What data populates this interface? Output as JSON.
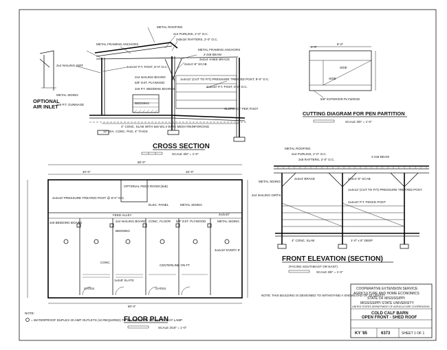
{
  "sheet": {
    "titles": {
      "cross_section": "CROSS SECTION",
      "floor_plan": "FLOOR PLAN",
      "front_elevation": "FRONT ELEVATION (SECTION)",
      "front_elevation_sub": "(FACING SOUTHEAST OR EAST)",
      "cutting_diagram": "CUTTING DIAGRAM FOR PEN PARTITION",
      "optional_air_inlet": "OPTIONAL AIR INLET"
    },
    "scales": {
      "cross_section": "SCALE 3/8\" = 1'-0\"",
      "floor_plan": "SCALE 3/16\" = 1'-0\"",
      "front_elevation": "SCALE 3/8\" = 1'-0\"",
      "cutting_diagram": "SCALE 3/8\" = 1'-0\""
    },
    "cross_section_labels": [
      "METAL ROOFING",
      "METAL FRAMING ANCHORS",
      "2x4 PURLINS, 2'-0\" O.C.",
      "2x8x16' RAFTERS, 2'-0\" O.C.",
      "METAL FRAMING ANCHORS",
      "2-2x8 BEAM",
      "2x4x4' KNEE BRACE",
      "2x4x1'-6\" SCAB",
      "2x4 NAILING GIRT",
      "4x4x10' P.T. POST, 8'-0\" O.C.",
      "2x4 NAILING BOARD",
      "5/8\" EXT. PLYWOOD",
      "2x6 P.T. BEDDING BOARDS",
      "1x4x12' (CUT TO FIT) PRESSURE TREATED POST, 8'-0\" O.C.",
      "4x4x10' P.T. POST, 8'-0\" O.C.",
      "METAL SIDING",
      "2x6 P.T. DUNNAGE",
      "BEDDING",
      "SLOPE 1/2\" PER FOOT",
      "4\" CONC. SLAB WITH 6x6 W1.4 WIRE MESH REINFORCING",
      "12\" DIA. CONC. PAD, 4\" THICK"
    ],
    "floor_plan_labels": [
      "OPTIONAL FEED ROOM (8x8)",
      "4x4x10' PRESSURE TREATED POST @ 8'-0\" O.C.",
      "ELEC. PANEL",
      "METAL SIDING",
      "FEED ALLEY",
      "2x6 BEDDING BOARD",
      "2x4 NAILING BOARD",
      "CONC. FLOOR",
      "5/8\" EXT. PLYWOOD",
      "BEDDING",
      "4x4x10'",
      "METAL SIDING",
      "CONC.",
      "CENTERLINE ON FT",
      "GATES",
      "1x4x8' SLATS",
      "4x4x10' EVERY 8'",
      "GATES"
    ],
    "floor_plan_dims": {
      "overall_top": "80'-0\"",
      "overall_bottom": "80'-0\"",
      "sub_left": "40'-0\"",
      "sub_right": "32'-0\""
    },
    "front_elevation_labels": [
      "METAL ROOFING",
      "2x4 PURLINS, 2'-0\" O.C.",
      "2x8 RAFTERS, 2'-0\" O.C.",
      "2-2x8 BEAM",
      "2x4x4' BRACE",
      "2x4x1'-6\" SCAB",
      "METAL SIDING",
      "2x4 NAILING GIRTS",
      "1x4x12' (CUT TO FIT) PRESSURE TREATED POST",
      "4x4x10' P.T. FENCE POST",
      "4\" CONC. SLAB",
      "1'-0\" x 8\" DEEP"
    ],
    "cutting_diagram_labels": [
      "4'-0\"",
      "8'-0\"",
      "SIDE",
      "SIDE",
      "5/8\" EXTERIOR PLYWOOD"
    ],
    "note": "NOTE: THIS BUILDING IS DESIGNED TO WITHSTAND A SNOWLOAD OF 20 LBS/FT²",
    "legend": {
      "heading": "NOTE:",
      "text": "= WATERPROOF DUPLEX 20 AMP OUTLETS (10 REQUIRED) TO BE USED FOR 250 WATT HEAT LAMP"
    },
    "title_block": {
      "org1": "COOPERATIVE EXTENSION SERVICE",
      "org2": "AGRICULTURE AND HOME ECONOMICS",
      "org3": "STATE OF MISSISSIPPI",
      "org4": "MISSISSIPPI STATE UNIVERSITY",
      "org5": "UNITED STATES DEPARTMENT OF AGRICULTURE COOPERATING",
      "project1": "COLD CALF BARN",
      "project2": "OPEN FRONT - SHED ROOF",
      "ky": "KY '85",
      "plan_no": "6373",
      "sheet": "SHEET 1 OF 1"
    }
  }
}
